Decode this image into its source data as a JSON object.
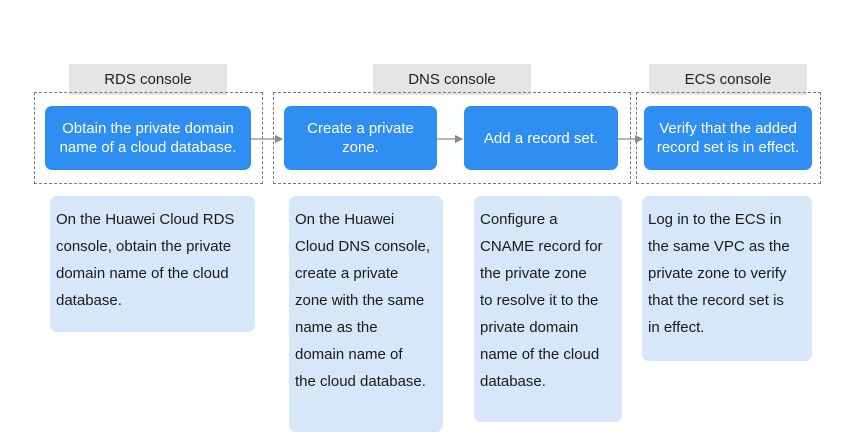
{
  "consoles": {
    "rds": "RDS console",
    "dns": "DNS console",
    "ecs": "ECS console"
  },
  "steps": {
    "obtain": "Obtain the private domain name of a cloud database.",
    "create_zone": "Create a private zone.",
    "add_record": "Add a record set.",
    "verify": "Verify that the added record set is in effect."
  },
  "descriptions": {
    "rds": "On the Huawei Cloud RDS\nconsole, obtain the private\ndomain name of the cloud\ndatabase.",
    "dns_zone": "On the Huawei\nCloud DNS console,\ncreate a private\nzone with the same\nname as the\ndomain name of\nthe cloud database.",
    "dns_record": "Configure a\nCNAME record for\nthe private zone\nto resolve it to the\nprivate domain\nname of the cloud\ndatabase.",
    "ecs": "Log in to the ECS in\nthe same VPC as the\nprivate zone to verify\nthat the record set is\nin effect."
  },
  "colors": {
    "step_fill": "#2e8ef2",
    "description_fill": "#d6e7f9",
    "label_fill": "#e3e5e6"
  }
}
